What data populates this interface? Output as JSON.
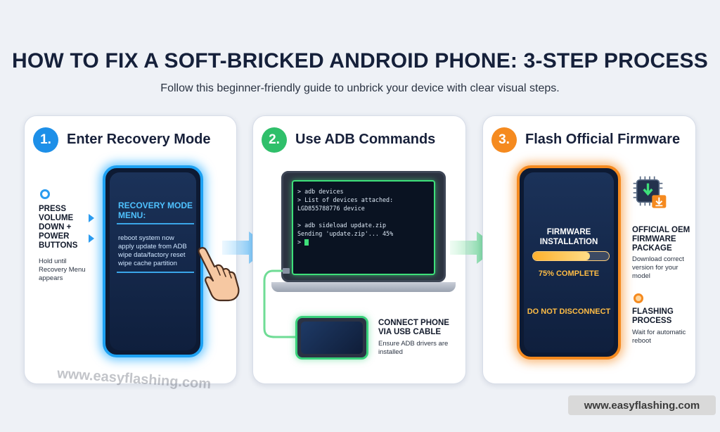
{
  "header": {
    "title": "HOW TO FIX A SOFT-BRICKED ANDROID PHONE: 3-STEP PROCESS",
    "subtitle": "Follow this beginner-friendly guide to unbrick your device with clear visual steps."
  },
  "steps": [
    {
      "number": "1.",
      "title": "Enter Recovery Mode",
      "color": "#1d8fe8",
      "screen_title": "RECOVERY MODE MENU:",
      "menu_items": [
        "reboot system now",
        "apply update from ADB",
        "wipe data/factory reset",
        "wipe cache partition"
      ],
      "side_label": "PRESS VOLUME DOWN + POWER BUTTONS",
      "side_sub": "Hold until Recovery Menu appears",
      "icons": [
        "radio-dot-icon",
        "pointing-hand-icon",
        "right-triangle-icon"
      ]
    },
    {
      "number": "2.",
      "title": "Use ADB Commands",
      "color": "#2fbf6a",
      "terminal_lines": [
        "> adb devices",
        "> List of devices attached:",
        "LGD855788776 device",
        "",
        "> adb sideload update.zip",
        "Sending 'update.zip'... 45%",
        ">"
      ],
      "side_label": "CONNECT PHONE VIA USB CABLE",
      "side_sub": "Ensure ADB drivers are installed",
      "icons": [
        "laptop-icon",
        "usb-cable-icon",
        "phone-icon"
      ]
    },
    {
      "number": "3.",
      "title": "Flash Official Firmware",
      "color": "#f58a1f",
      "screen_title": "FIRMWARE INSTALLATION",
      "progress": 0.75,
      "progress_text": "75% COMPLETE",
      "warning": "DO NOT DISCONNECT",
      "side_label": "OFFICIAL OEM FIRMWARE PACKAGE",
      "side_sub": "Download correct version for your model",
      "side_label2": "FLASHING PROCESS",
      "side_sub2": "Wait for automatic reboot",
      "icons": [
        "chip-download-icon",
        "radio-dot-icon"
      ]
    }
  ],
  "watermarks": {
    "overlay": "www.easyflashing.com",
    "badge": "www.easyflashing.com"
  }
}
